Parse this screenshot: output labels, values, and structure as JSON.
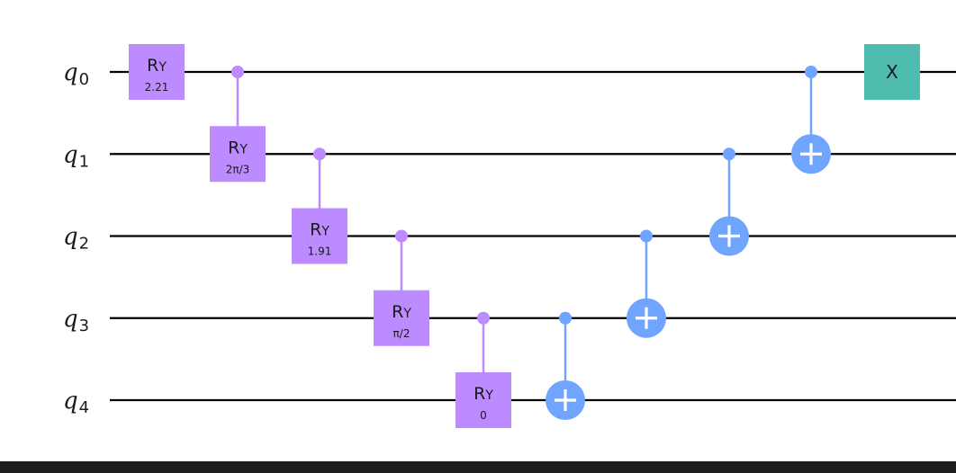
{
  "colors": {
    "wire": "#000000",
    "ry_gate": "#bb8bff",
    "cx_gate": "#6fa4ff",
    "x_gate": "#4fbcb0",
    "background": "#ffffff",
    "bottom_bar": "#1e1e1e"
  },
  "qubits": [
    {
      "name": "q",
      "index": "0"
    },
    {
      "name": "q",
      "index": "1"
    },
    {
      "name": "q",
      "index": "2"
    },
    {
      "name": "q",
      "index": "3"
    },
    {
      "name": "q",
      "index": "4"
    }
  ],
  "gates": [
    {
      "type": "RY",
      "name": "R",
      "sub": "Y",
      "param": "2.21",
      "target": 0
    },
    {
      "type": "CRY",
      "name": "R",
      "sub": "Y",
      "param": "2π/3",
      "control": 0,
      "target": 1
    },
    {
      "type": "CRY",
      "name": "R",
      "sub": "Y",
      "param": "1.91",
      "control": 1,
      "target": 2
    },
    {
      "type": "CRY",
      "name": "R",
      "sub": "Y",
      "param": "π/2",
      "control": 2,
      "target": 3
    },
    {
      "type": "CRY",
      "name": "R",
      "sub": "Y",
      "param": "0",
      "control": 3,
      "target": 4
    },
    {
      "type": "CX",
      "control": 3,
      "target": 4
    },
    {
      "type": "CX",
      "control": 2,
      "target": 3
    },
    {
      "type": "CX",
      "control": 1,
      "target": 2
    },
    {
      "type": "CX",
      "control": 0,
      "target": 1
    },
    {
      "type": "X",
      "name": "X",
      "target": 0
    }
  ]
}
